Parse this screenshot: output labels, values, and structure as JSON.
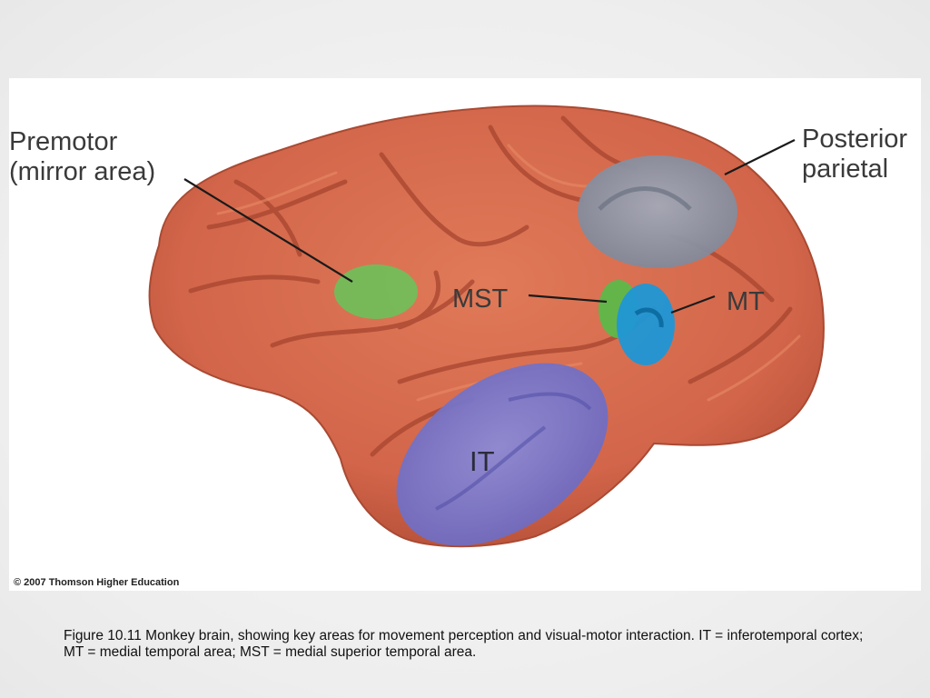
{
  "labels": {
    "premotor_line1": "Premotor",
    "premotor_line2": "(mirror area)",
    "posterior_line1": "Posterior",
    "posterior_line2": "parietal",
    "mst": "MST",
    "mt": "MT",
    "it": "IT"
  },
  "copyright": "© 2007 Thomson Higher Education",
  "caption": "Figure 10.11  Monkey brain, showing key areas for movement perception and visual-motor interaction.  IT = inferotemporal cortex; MT = medial temporal area; MST = medial superior temporal area.",
  "colors": {
    "brain": "#d9704f",
    "brain_shadow": "#b5503a",
    "premotor_area": "#6fbf5a",
    "posterior_parietal_area": "#8f96a6",
    "mst_area": "#5db84a",
    "mt_area": "#1f97d6",
    "it_area": "#7a78c8"
  }
}
